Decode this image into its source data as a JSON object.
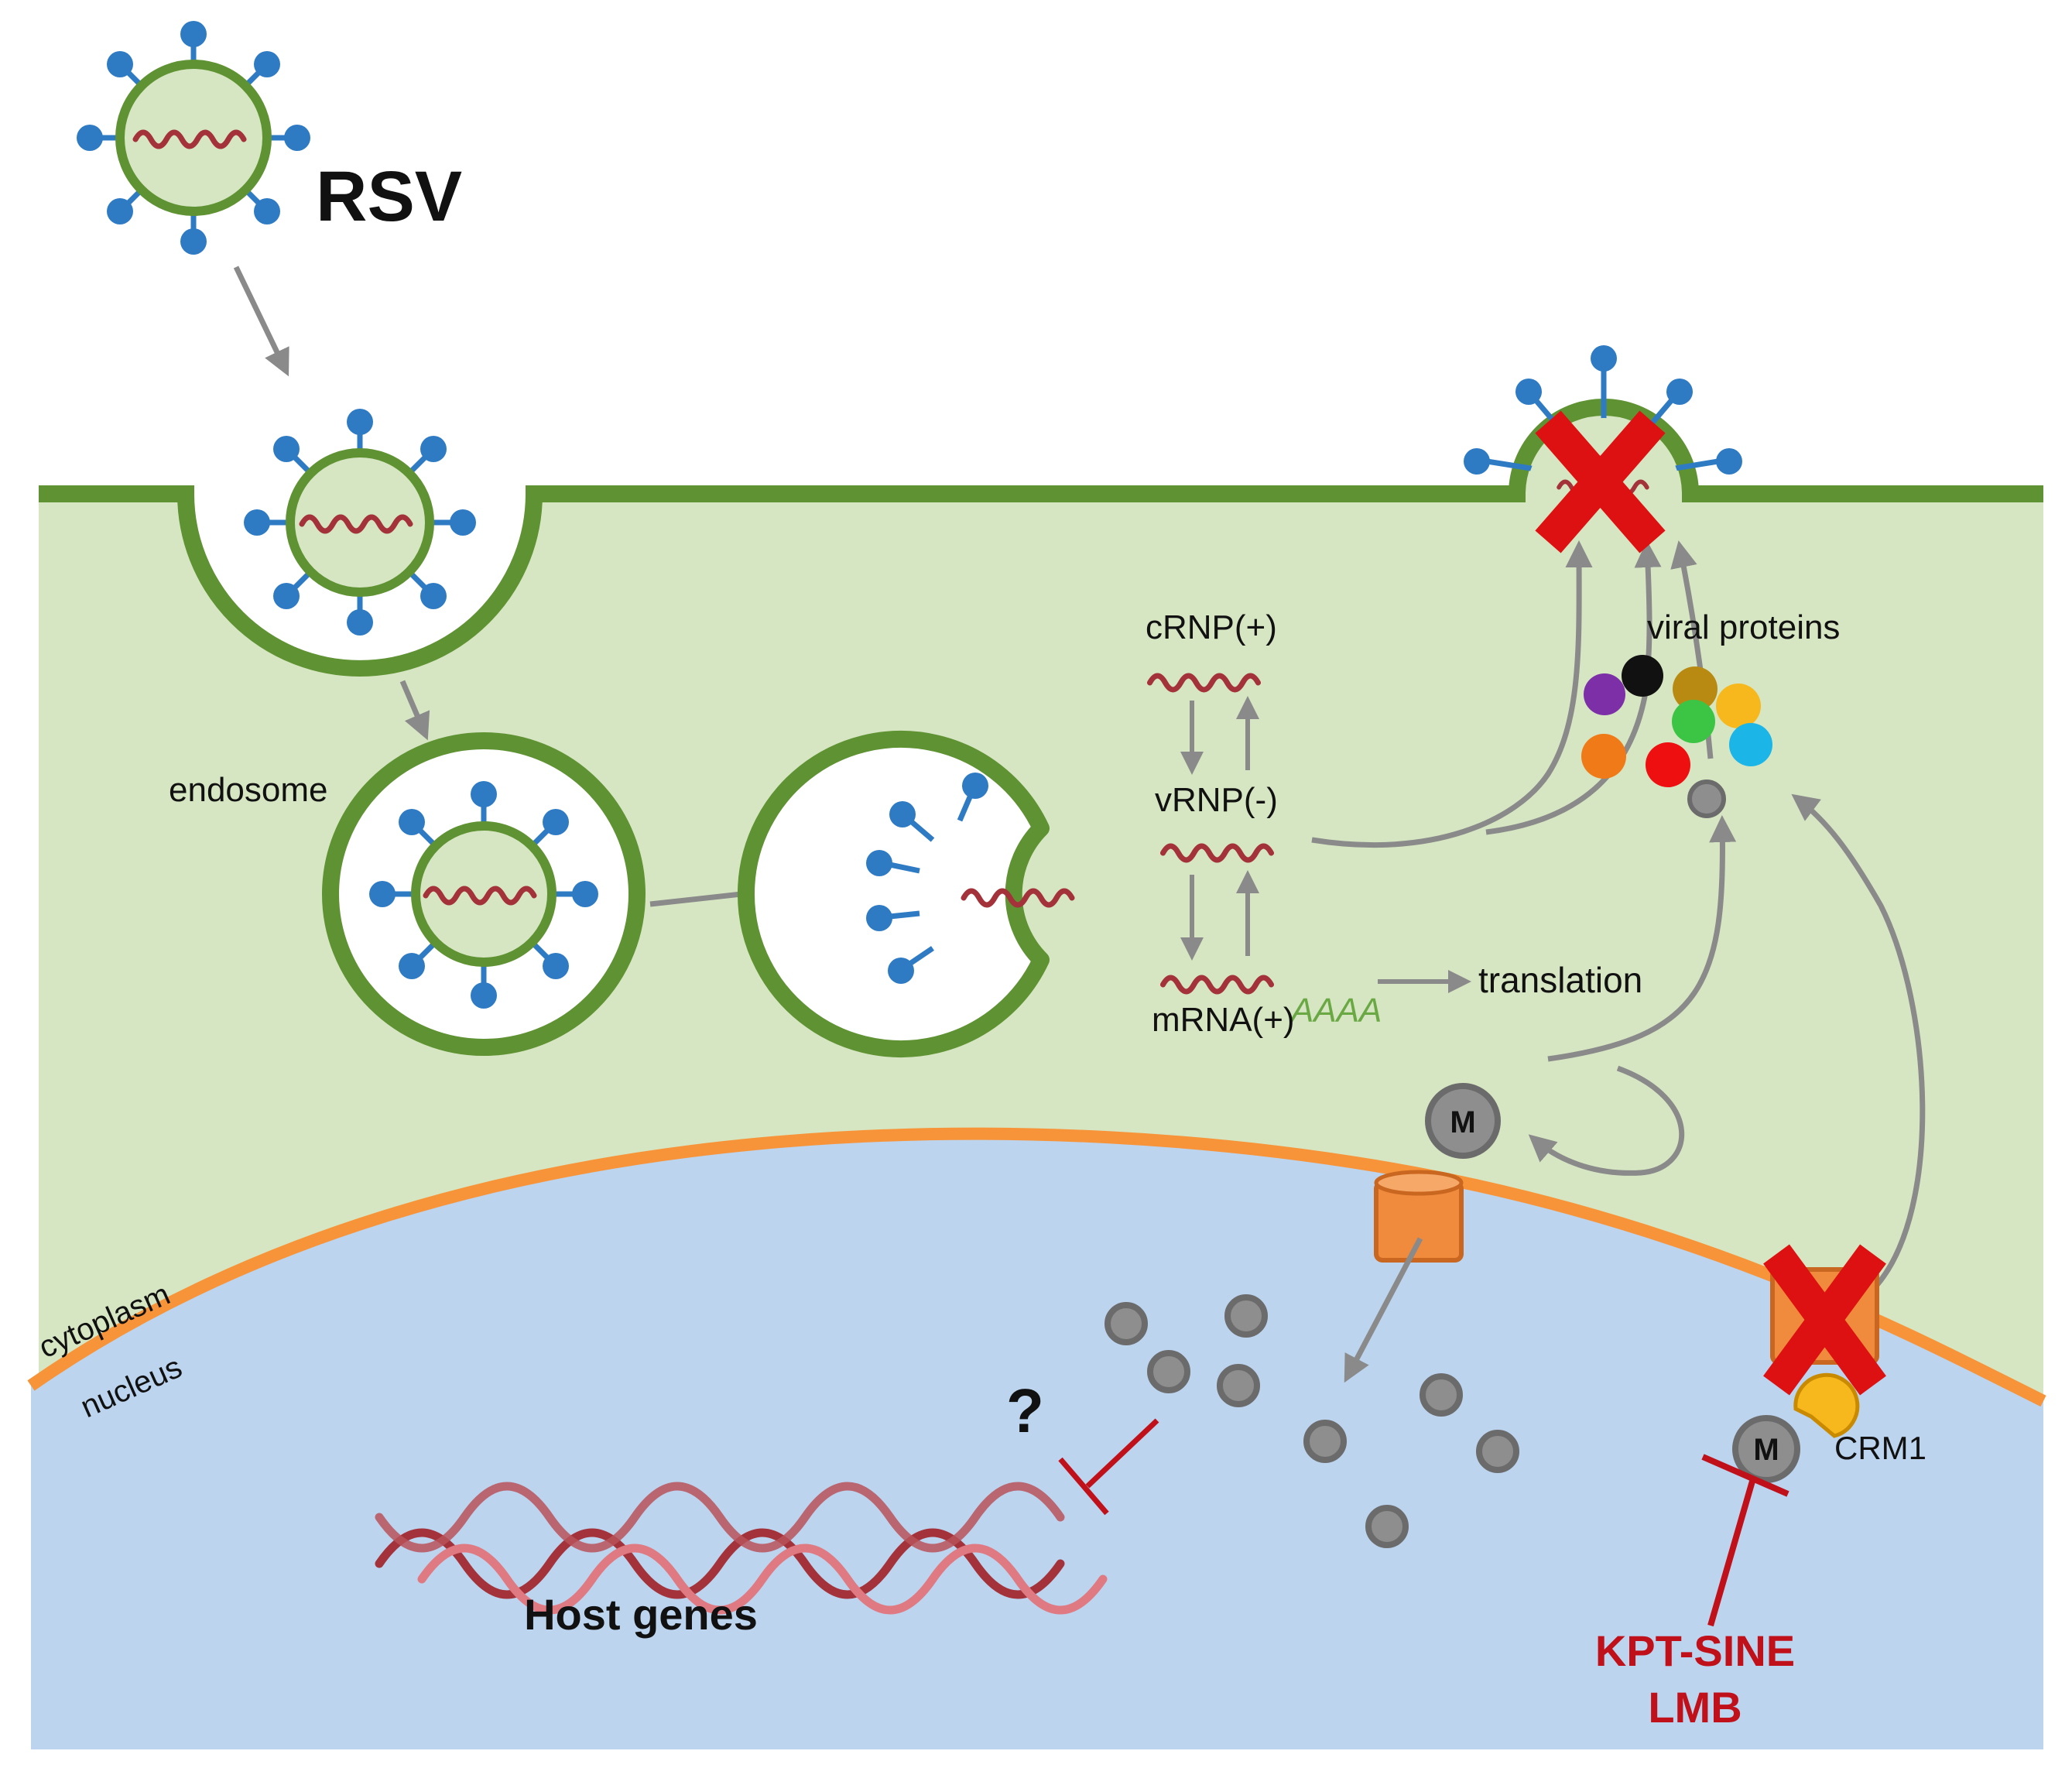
{
  "labels": {
    "virus": "RSV",
    "endosome": "endosome",
    "crnp": "cRNP(+)",
    "vrnp": "vRNP(-)",
    "mrna": "mRNA(+)",
    "polya": "AAAA",
    "translation": "translation",
    "viral_proteins": "viral proteins",
    "m_protein_cyto": "M",
    "m_protein_nuc": "M",
    "crm1": "CRM1",
    "cytoplasm": "cytoplasm",
    "nucleus": "nucleus",
    "question": "?",
    "host_genes": "Host genes",
    "inhibitor_1": "KPT-SINE",
    "inhibitor_2": "LMB"
  },
  "colors": {
    "cytoplasm": "#d6e6c2",
    "nucleus": "#bcd4ee",
    "membrane": "#5f9232",
    "nuclear_envelope": "#f7943a",
    "spike": "#2e7bc4",
    "rna": "#a3323a",
    "arrow": "#8a8a8a",
    "block_x": "#dd1111",
    "inhibitor": "#c0101a",
    "pore": "#f08a3c",
    "m_protein": "#8e8e8e",
    "crm1": "#f6b81c"
  },
  "viral_protein_colors": [
    "#7d2fa8",
    "#111111",
    "#b88a12",
    "#f6b81c",
    "#f07a18",
    "#3cc445",
    "#1cb5e8",
    "#ee1010",
    "#8e8e8e"
  ]
}
